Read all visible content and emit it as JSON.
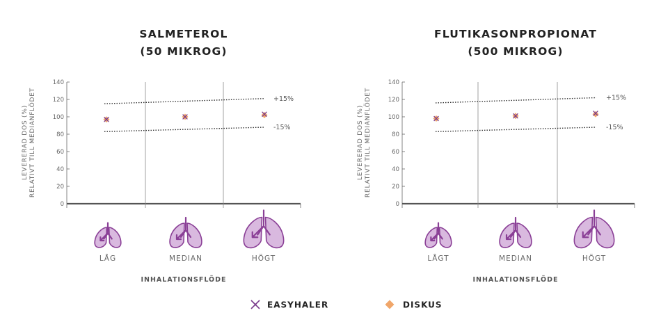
{
  "colors": {
    "easyhaler": "#7a3b8c",
    "diskus": "#f0a66a",
    "lung_fill": "#d9b9df",
    "lung_stroke": "#8a3f96",
    "axis": "#666666",
    "divider": "#888888",
    "band": "#333333"
  },
  "chart_data": [
    {
      "type": "scatter",
      "title_line1": "SALMETEROL",
      "title_line2": "(50 MIKROG)",
      "ylabel_line1": "LEVERERAD DOS (%)",
      "ylabel_line2": "RELATIVT TILL MEDIANFLÖDET",
      "xlabel": "INHALATIONSFLÖDE",
      "categories": [
        "LÅG",
        "MEDIAN",
        "HÖGT"
      ],
      "yticks": [
        "0",
        "20",
        "40",
        "60",
        "80",
        "100",
        "120",
        "140"
      ],
      "ylim": [
        0,
        140
      ],
      "series": [
        {
          "name": "EASYHALER",
          "marker": "x",
          "values": [
            97,
            100,
            103
          ]
        },
        {
          "name": "DISKUS",
          "marker": "diamond",
          "values": [
            97,
            100,
            102
          ]
        }
      ],
      "band_upper": {
        "label": "+15%",
        "start": 115,
        "end": 121
      },
      "band_lower": {
        "label": "-15%",
        "start": 83,
        "end": 88
      }
    },
    {
      "type": "scatter",
      "title_line1": "FLUTIKASONPROPIONAT",
      "title_line2": "(500 MIKROG)",
      "ylabel_line1": "LEVERERAD DOS (%)",
      "ylabel_line2": "RELATIVT TILL MEDIANFLÖDET",
      "xlabel": "INHALATIONSFLÖDE",
      "categories": [
        "LÅGT",
        "MEDIAN",
        "HÖGT"
      ],
      "yticks": [
        "0",
        "20",
        "40",
        "60",
        "80",
        "100",
        "120",
        "140"
      ],
      "ylim": [
        0,
        140
      ],
      "series": [
        {
          "name": "EASYHALER",
          "marker": "x",
          "values": [
            98,
            101,
            104
          ]
        },
        {
          "name": "DISKUS",
          "marker": "diamond",
          "values": [
            98,
            101,
            103
          ]
        }
      ],
      "band_upper": {
        "label": "+15%",
        "start": 116,
        "end": 122
      },
      "band_lower": {
        "label": "-15%",
        "start": 83,
        "end": 88
      }
    }
  ],
  "legend": {
    "items": [
      {
        "label": "EASYHALER",
        "marker": "x"
      },
      {
        "label": "DISKUS",
        "marker": "diamond"
      }
    ]
  }
}
